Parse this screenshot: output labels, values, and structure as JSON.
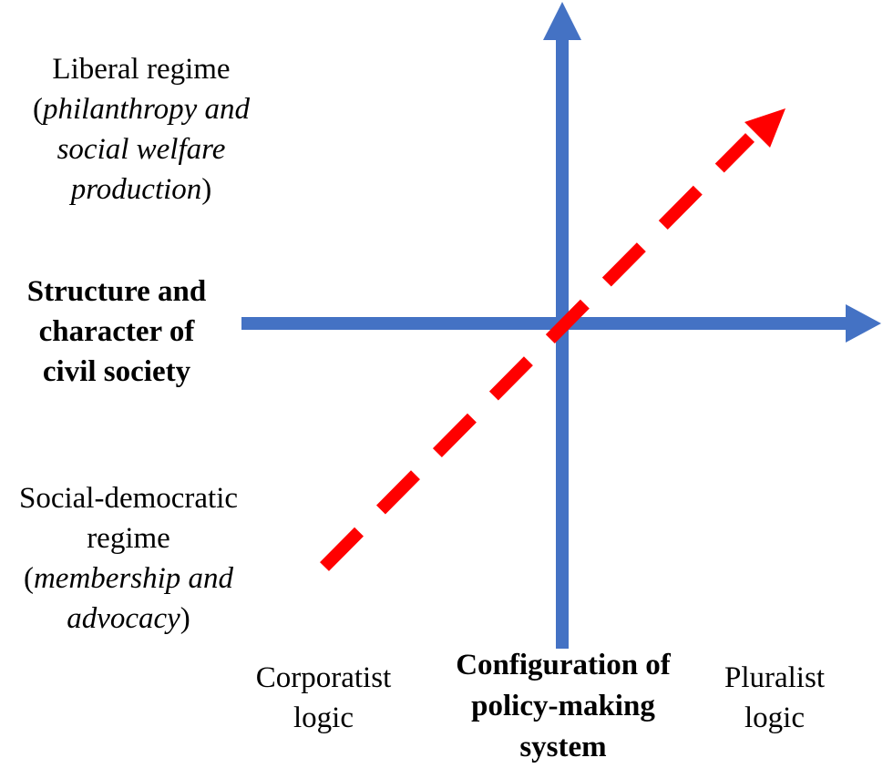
{
  "colors": {
    "axis": "#4472C4",
    "trend_arrow": "#FF0000",
    "text": "#000000"
  },
  "y_axis_top_label": {
    "line1": "Liberal regime",
    "line2_open": "(",
    "line2_italic": "philanthropy and",
    "line3_italic": "social welfare",
    "line4_italic": "production",
    "line4_close": ")"
  },
  "y_axis_title": {
    "line1": "Structure and",
    "line2": "character of",
    "line3": "civil society"
  },
  "y_axis_bottom_label": {
    "line1": "Social-democratic",
    "line2": "regime",
    "line3_open": "(",
    "line3_italic": "membership and",
    "line4_italic": "advocacy",
    "line4_close": ")"
  },
  "x_axis_left_label": {
    "line1": "Corporatist",
    "line2": "logic"
  },
  "x_axis_title": {
    "line1": "Configuration of",
    "line2": "policy-making",
    "line3": "system"
  },
  "x_axis_right_label": {
    "line1": "Pluralist",
    "line2": "logic"
  },
  "arrows": {
    "vertical_axis": "up-arrow",
    "horizontal_axis": "right-arrow",
    "trend": "dashed-diagonal-arrow"
  }
}
